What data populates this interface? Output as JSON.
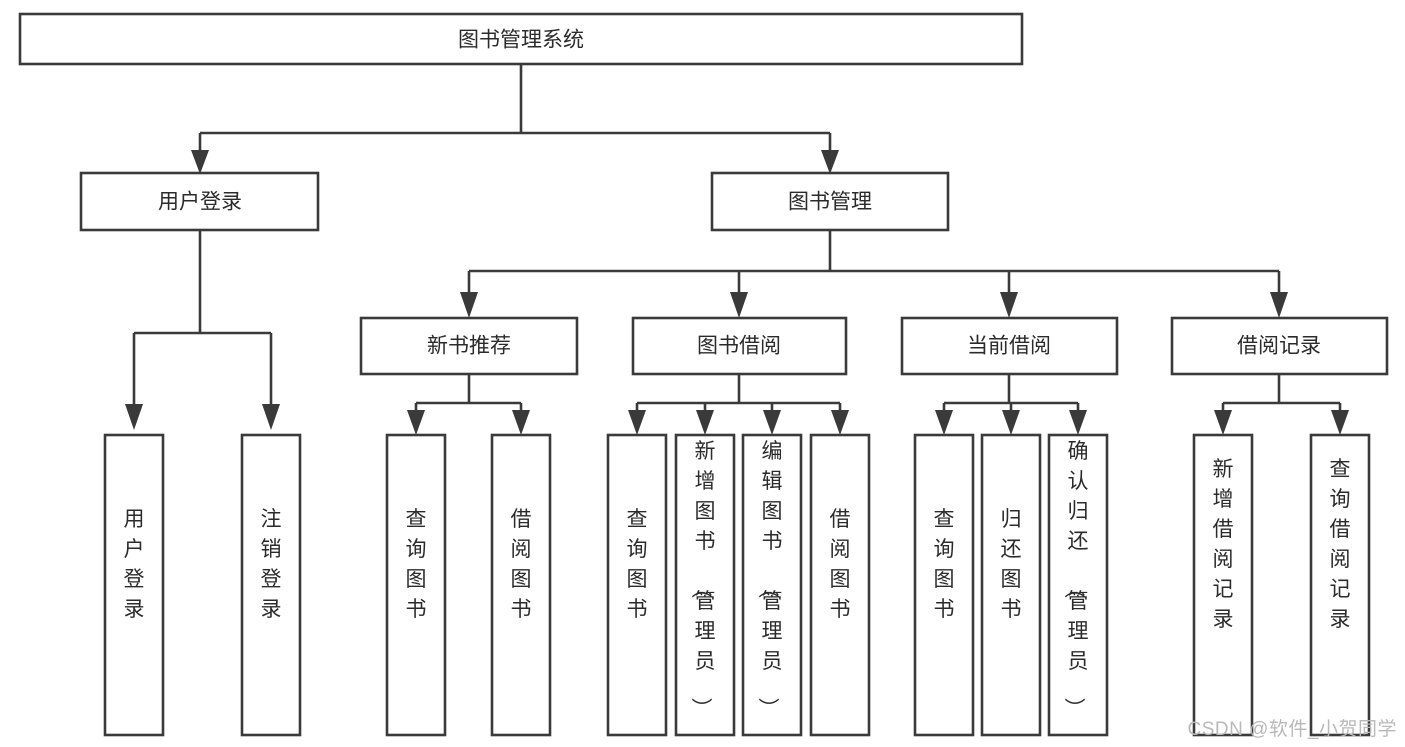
{
  "diagram": {
    "title": "图书管理系统",
    "type": "tree",
    "orientation": "top-down",
    "watermark": "CSDN @软件_小贺同学",
    "colors": {
      "background": "#ffffff",
      "box_fill": "#ffffff",
      "box_stroke": "#3a3a3a",
      "connector": "#3a3a3a",
      "text": "#2b2b2b",
      "watermark": "#b9b9b9"
    },
    "root": {
      "id": "root",
      "label": "图书管理系统",
      "text_orientation": "horizontal"
    },
    "level2": [
      {
        "id": "user-login",
        "label": "用户登录",
        "text_orientation": "horizontal",
        "children": [
          {
            "id": "user-login-login",
            "label": "用户登录",
            "text_orientation": "vertical"
          },
          {
            "id": "user-login-logout",
            "label": "注销登录",
            "text_orientation": "vertical"
          }
        ]
      },
      {
        "id": "book-management",
        "label": "图书管理",
        "text_orientation": "horizontal",
        "children": [
          {
            "id": "new-book-recommend",
            "label": "新书推荐",
            "text_orientation": "horizontal",
            "children": [
              {
                "id": "recommend-query-book",
                "label": "查询图书",
                "text_orientation": "vertical"
              },
              {
                "id": "recommend-borrow-book",
                "label": "借阅图书",
                "text_orientation": "vertical"
              }
            ]
          },
          {
            "id": "book-borrow",
            "label": "图书借阅",
            "text_orientation": "horizontal",
            "children": [
              {
                "id": "borrow-query-book",
                "label": "查询图书",
                "text_orientation": "vertical"
              },
              {
                "id": "borrow-add-book",
                "label": "新增图书（管理员）",
                "text_orientation": "vertical"
              },
              {
                "id": "borrow-edit-book",
                "label": "编辑图书（管理员）",
                "text_orientation": "vertical"
              },
              {
                "id": "borrow-borrow-book",
                "label": "借阅图书",
                "text_orientation": "vertical"
              }
            ]
          },
          {
            "id": "current-borrow",
            "label": "当前借阅",
            "text_orientation": "horizontal",
            "children": [
              {
                "id": "current-query-book",
                "label": "查询图书",
                "text_orientation": "vertical"
              },
              {
                "id": "current-return-book",
                "label": "归还图书",
                "text_orientation": "vertical"
              },
              {
                "id": "current-confirm-return",
                "label": "确认归还（管理员）",
                "text_orientation": "vertical"
              }
            ]
          },
          {
            "id": "borrow-record",
            "label": "借阅记录",
            "text_orientation": "horizontal",
            "children": [
              {
                "id": "record-add",
                "label": "新增借阅记录",
                "text_orientation": "vertical"
              },
              {
                "id": "record-query",
                "label": "查询借阅记录",
                "text_orientation": "vertical"
              }
            ]
          }
        ]
      }
    ]
  }
}
